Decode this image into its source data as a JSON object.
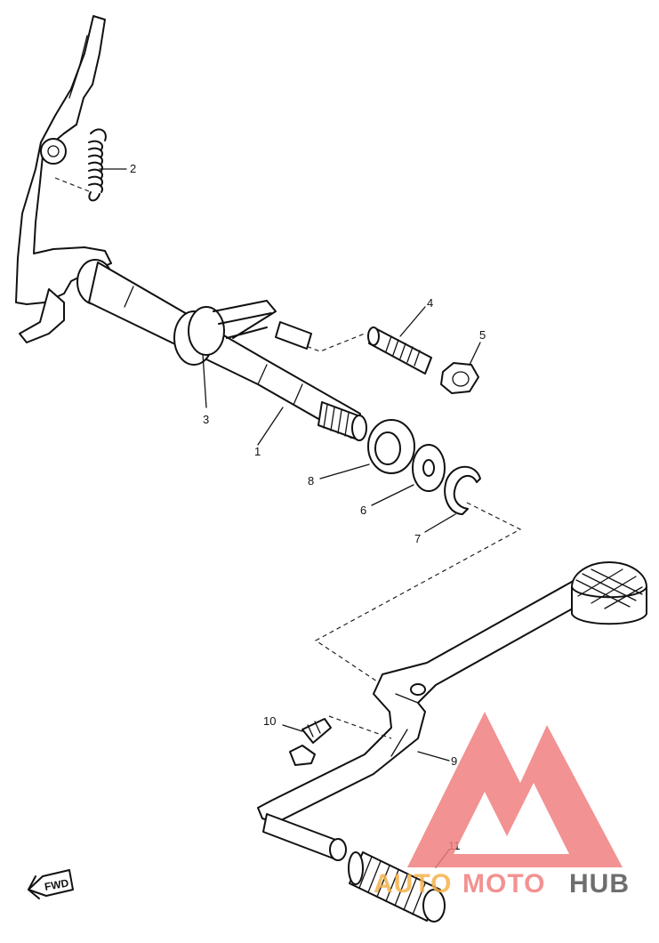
{
  "callouts": [
    {
      "id": "1",
      "text": "1"
    },
    {
      "id": "2",
      "text": "2"
    },
    {
      "id": "3",
      "text": "3"
    },
    {
      "id": "4",
      "text": "4"
    },
    {
      "id": "5",
      "text": "5"
    },
    {
      "id": "6",
      "text": "6"
    },
    {
      "id": "7",
      "text": "7"
    },
    {
      "id": "8",
      "text": "8"
    },
    {
      "id": "9",
      "text": "9"
    },
    {
      "id": "10",
      "text": "10"
    },
    {
      "id": "11",
      "text": "11"
    }
  ],
  "direction_marker": {
    "text": "FWD"
  },
  "watermark": {
    "part1": "AUTO",
    "part2": "MOTO",
    "part3": "HUB",
    "colors": {
      "auto": "#f6b24a",
      "moto": "#f07f7f",
      "hub": "#555555",
      "triangle": "#f07f7f"
    }
  }
}
